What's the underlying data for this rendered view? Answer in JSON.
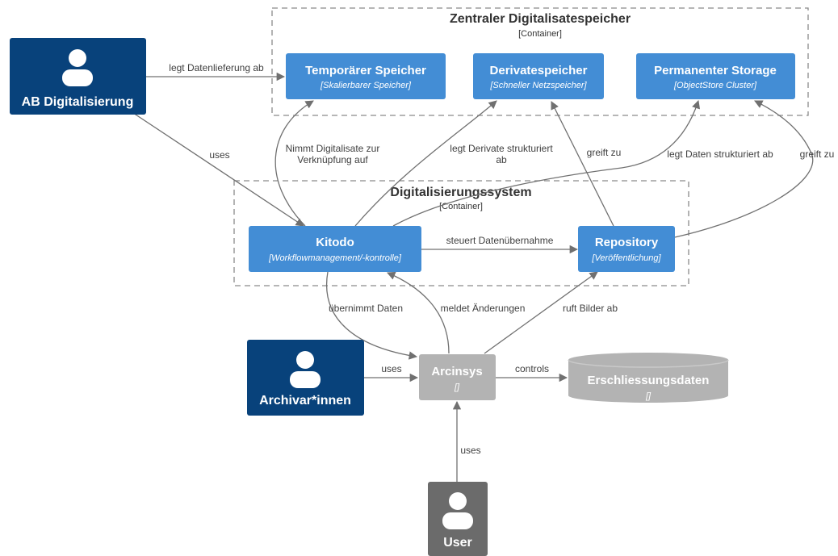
{
  "colors": {
    "person_dark": "#08427b",
    "person_grey": "#6b6b6b",
    "container_blue": "#438dd5",
    "external_grey": "#b3b3b3",
    "edge": "#707070",
    "boundary": "#8a8a8a"
  },
  "boundaries": {
    "zentral": {
      "title": "Zentraler Digitalisatespeicher",
      "type": "[Container]"
    },
    "digital": {
      "title": "Digitalisierungssystem",
      "type": "[Container]"
    }
  },
  "nodes": {
    "ab_digitalisierung": {
      "label": "AB Digitalisierung",
      "icon": "person-icon"
    },
    "archivar": {
      "label": "Archivar*innen",
      "icon": "person-icon"
    },
    "user": {
      "label": "User",
      "icon": "person-icon"
    },
    "temporaer": {
      "label": "Temporärer Speicher",
      "tech": "[Skalierbarer Speicher]"
    },
    "derivate": {
      "label": "Derivatespeicher",
      "tech": "[Schneller Netzspeicher]"
    },
    "permanent": {
      "label": "Permanenter Storage",
      "tech": "[ObjectStore Cluster]"
    },
    "kitodo": {
      "label": "Kitodo",
      "tech": "[Workflowmanagement/-kontrolle]"
    },
    "repository": {
      "label": "Repository",
      "tech": "[Veröffentlichung]"
    },
    "arcinsys": {
      "label": "Arcinsys",
      "tech": "[]"
    },
    "erschliessung": {
      "label": "Erschliessungsdaten",
      "tech": "[]"
    }
  },
  "edges": {
    "ab_temp": "legt Datenlieferung ab",
    "ab_kitodo": "uses",
    "kitodo_temp_1": "Nimmt Digitalisate zur",
    "kitodo_temp_2": "Verknüpfung auf",
    "kitodo_deriv_1": "legt Derivate strukturiert",
    "kitodo_deriv_2": "ab",
    "repo_deriv": "greift zu",
    "kitodo_perm": "legt Daten strukturiert ab",
    "repo_perm": "greift zu",
    "kitodo_repo": "steuert Datenübernahme",
    "kitodo_arc": "übernimmt Daten",
    "arc_kitodo": "meldet Änderungen",
    "arc_repo": "ruft Bilder ab",
    "archivar_arc": "uses",
    "arc_ersch": "controls",
    "user_arc": "uses"
  }
}
